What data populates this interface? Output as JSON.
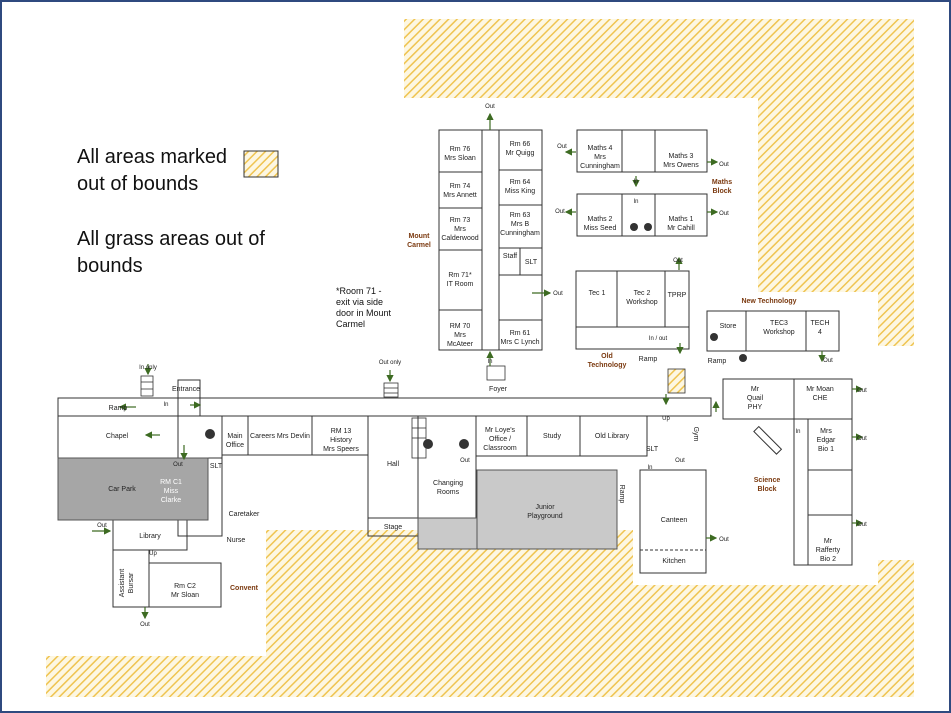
{
  "legend": {
    "out_of_bounds_1": "All areas marked",
    "out_of_bounds_2": "out of bounds",
    "grass_1": "All grass areas out of",
    "grass_2": "bounds",
    "swatch_color": "#f5d36b"
  },
  "note": {
    "line1": "*Room 71  -",
    "line2": "exit via side",
    "line3": "door in Mount",
    "line4": "Carmel"
  },
  "areas": {
    "mount_carmel_1": "Mount",
    "mount_carmel_2": "Carmel",
    "maths_block_1": "Maths",
    "maths_block_2": "Block",
    "new_technology": "New Technology",
    "old_technology_1": "Old",
    "old_technology_2": "Technology",
    "science_block_1": "Science",
    "science_block_2": "Block",
    "convent": "Convent"
  },
  "rooms": {
    "rm76_1": "Rm 76",
    "rm76_2": "Mrs Sloan",
    "rm66_1": "Rm 66",
    "rm66_2": "Mr Quigg",
    "rm74_1": "Rm 74",
    "rm74_2": "Mrs Annett",
    "rm64_1": "Rm 64",
    "rm64_2": "Miss King",
    "rm73_1": "Rm 73",
    "rm73_2": "Mrs",
    "rm73_3": "Calderwood",
    "rm63_1": "Rm 63",
    "rm63_2": "Mrs B",
    "rm63_3": "Cunningham",
    "staff": "Staff",
    "slt_mc": "SLT",
    "rm71_1": "Rm 71*",
    "rm71_2": "IT Room",
    "rm70_1": "RM 70",
    "rm70_2": "Mrs",
    "rm70_3": "McAteer",
    "rm61_1": "Rm 61",
    "rm61_2": "Mrs C Lynch",
    "maths4_1": "Maths 4",
    "maths4_2": "Mrs",
    "maths4_3": "Cunningham",
    "maths3_1": "Maths 3",
    "maths3_2": "Mrs Owens",
    "maths2_1": "Maths 2",
    "maths2_2": "Miss Seed",
    "maths1_1": "Maths 1",
    "maths1_2": "Mr Cahill",
    "tec1": "Tec 1",
    "tec2_1": "Tec 2",
    "tec2_2": "Workshop",
    "tprp": "TPRP",
    "store": "Store",
    "tec3_1": "TEC3",
    "tec3_2": "Workshop",
    "tech4_1": "TECH",
    "tech4_2": "4",
    "quail_1": "Mr",
    "quail_2": "Quail",
    "quail_3": "PHY",
    "moan_1": "Mr Moan",
    "moan_2": "CHE",
    "edgar_1": "Mrs",
    "edgar_2": "Edgar",
    "edgar_3": "Bio 1",
    "rafferty_1": "Mr",
    "rafferty_2": "Rafferty",
    "rafferty_3": "Bio 2",
    "chapel": "Chapel",
    "entrance": "Entrance",
    "main_office_1": "Main",
    "main_office_2": "Office",
    "careers": "Careers Mrs Devlin",
    "rm13_1": "RM 13",
    "rm13_2": "History",
    "rm13_3": "Mrs Speers",
    "hall": "Hall",
    "stage": "Stage",
    "changing_1": "Changing",
    "changing_2": "Rooms",
    "loye_1": "Mr Loye's",
    "loye_2": "Office /",
    "loye_3": "Classroom",
    "study": "Study",
    "old_library": "Old Library",
    "junior_1": "Junior",
    "junior_2": "Playground",
    "canteen": "Canteen",
    "kitchen": "Kitchen",
    "car_park": "Car Park",
    "rmc1_1": "RM C1",
    "rmc1_2": "Miss",
    "rmc1_3": "Clarke",
    "library": "Library",
    "rmc2_1": "Rm C2",
    "rmc2_2": "Mr Sloan",
    "caretaker": "Caretaker",
    "nurse": "Nurse",
    "bursar": "Bursar",
    "assistant": "Assistant",
    "slt_main": "SLT",
    "slt_east": "SLT",
    "foyer": "Foyer",
    "gym": "Gym",
    "ramp_west": "Ramp",
    "ramp_oldtech": "Ramp",
    "ramp_newtech": "Ramp",
    "ramp_canteen": "Ramp"
  },
  "markers": {
    "out": "Out",
    "in": "In",
    "in_only": "In only",
    "out_only": "Out only",
    "in_out": "In / out",
    "up": "Up"
  }
}
